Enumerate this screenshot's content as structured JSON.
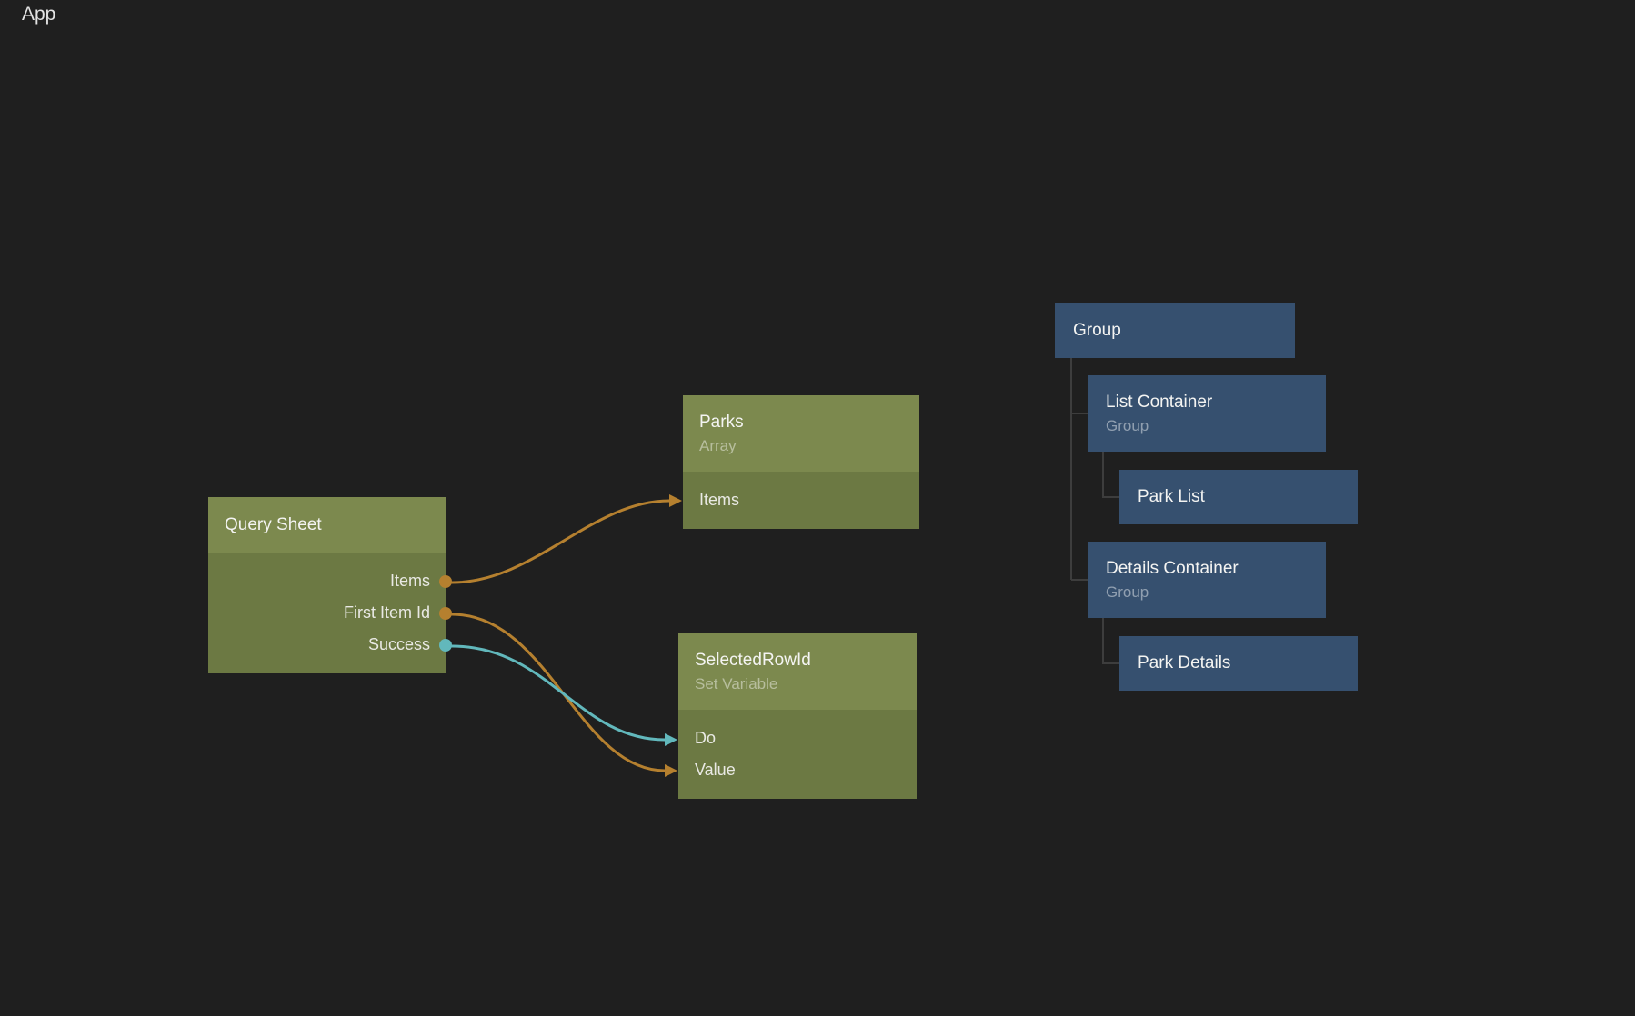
{
  "app": {
    "title": "App"
  },
  "canvas": {
    "nodes": {
      "query_sheet": {
        "title": "Query Sheet",
        "outputs": [
          {
            "label": "Items",
            "port_color": "orange"
          },
          {
            "label": "First Item Id",
            "port_color": "orange"
          },
          {
            "label": "Success",
            "port_color": "teal"
          }
        ]
      },
      "parks": {
        "title": "Parks",
        "subtitle": "Array",
        "inputs": [
          {
            "label": "Items"
          }
        ]
      },
      "selected_row_id": {
        "title": "SelectedRowId",
        "subtitle": "Set Variable",
        "inputs": [
          {
            "label": "Do"
          },
          {
            "label": "Value"
          }
        ]
      },
      "group": {
        "title": "Group"
      },
      "list_container": {
        "title": "List Container",
        "subtitle": "Group"
      },
      "park_list": {
        "title": "Park List"
      },
      "details_container": {
        "title": "Details Container",
        "subtitle": "Group"
      },
      "park_details": {
        "title": "Park Details"
      }
    },
    "connections": [
      {
        "from": "Query Sheet.Items",
        "to": "Parks.Items",
        "color": "orange"
      },
      {
        "from": "Query Sheet.First Item Id",
        "to": "SelectedRowId.Value",
        "color": "orange"
      },
      {
        "from": "Query Sheet.Success",
        "to": "SelectedRowId.Do",
        "color": "teal"
      }
    ],
    "colors": {
      "background": "#1f1f1f",
      "node_green_header": "#7c894e",
      "node_green_body": "#6c7943",
      "node_blue": "#36506f",
      "wire_orange": "#b5802f",
      "wire_teal": "#62b8bc",
      "tree_line": "#3d3d3d"
    }
  }
}
